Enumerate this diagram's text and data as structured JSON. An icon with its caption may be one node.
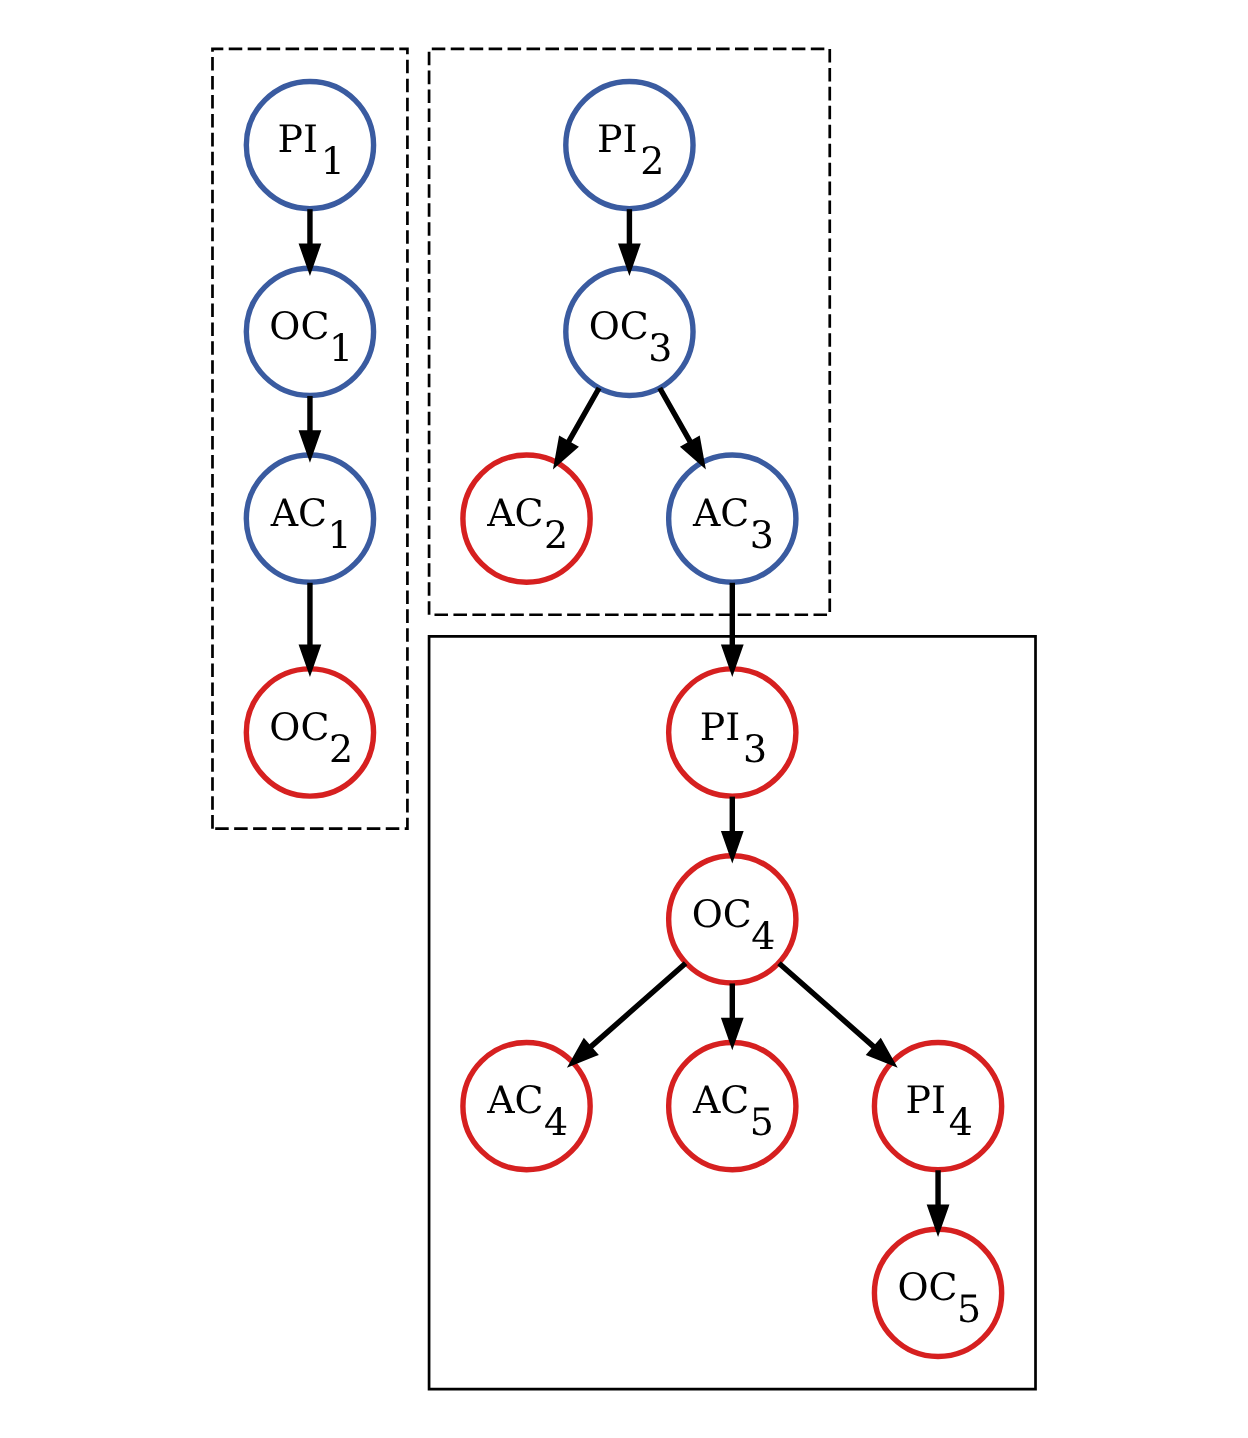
{
  "diagram": {
    "nodes": [
      {
        "text": [],
        "shape": "box"
      },
      {
        "text": [
          "PI$_{1}$"
        ],
        "in": 0
      },
      {
        "text": [
          "OC$_{1}$"
        ],
        "in": 0
      },
      {
        "text": [
          "AC$_{1}$"
        ],
        "in": 0
      },
      {
        "text": [
          "OC$_{2}$"
        ],
        "in": 0
      },
      {
        "text": [],
        "shape": "box"
      },
      {
        "text": [
          "PI$_{2}$"
        ],
        "in": 5
      },
      {
        "text": [
          "OC$_{3}$"
        ],
        "in": 5
      },
      {
        "text": [
          "AC$_{2}$"
        ],
        "in": 5
      },
      {
        "text": [
          "AC$_{3}$"
        ],
        "in": 5
      },
      {
        "text": [],
        "shape": "box"
      },
      {
        "text": [
          "PI$_{3}$"
        ],
        "in": 10
      },
      {
        "text": [
          "OC$_{4}$"
        ],
        "in": 10
      },
      {
        "text": [
          "AC$_{4}$"
        ],
        "in": 10
      },
      {
        "text": [
          "AC$_{5}$"
        ],
        "in": 10
      },
      {
        "text": [
          "PI$_{4}$"
        ],
        "in": 10
      },
      {
        "text": [
          "OC$_{5}$"
        ],
        "in": 10
      }
    ],
    "edges": [
      {
        "from": 1,
        "to": 2,
        "arrow": "to"
      },
      {
        "from": 2,
        "to": 3,
        "arrow": "to"
      },
      {
        "from": 3,
        "to": 4,
        "arrow": "to"
      },
      {
        "from": 6,
        "to": 7,
        "arrow": "to"
      },
      {
        "from": 7,
        "to": 8,
        "arrow": "to"
      },
      {
        "from": 7,
        "to": 9,
        "arrow": "to"
      },
      {
        "from": 9,
        "to": 11,
        "arrow": "to"
      },
      {
        "from": 11,
        "to": 12,
        "arrow": "to"
      },
      {
        "from": 12,
        "to": 13,
        "arrow": "to"
      },
      {
        "from": 12,
        "to": 14,
        "arrow": "to"
      },
      {
        "from": 12,
        "to": 15,
        "arrow": "to"
      },
      {
        "from": 15,
        "to": 16,
        "arrow": "to"
      }
    ]
  }
}
